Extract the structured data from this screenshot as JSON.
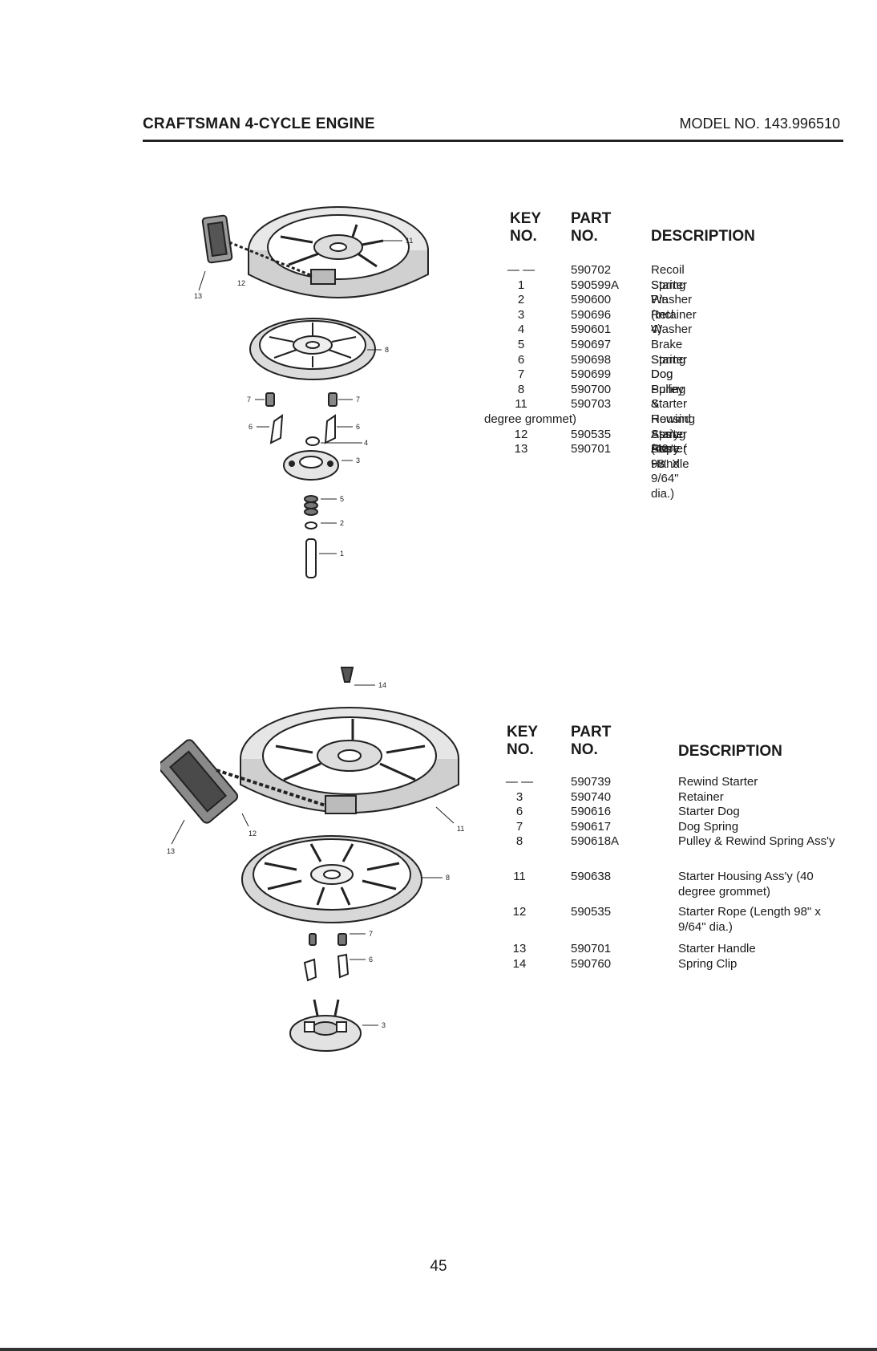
{
  "header": {
    "title": "CRAFTSMAN 4-CYCLE ENGINE",
    "model": "MODEL NO. 143.996510"
  },
  "table1": {
    "col_key_line1": "KEY",
    "col_key_line2": "NO.",
    "col_part_line1": "PART",
    "col_part_line2": "NO.",
    "col_desc": "DESCRIPTION",
    "rows": [
      {
        "key": "— —",
        "part": "590702",
        "desc": "Recoil Starter"
      },
      {
        "key": "1",
        "part": "590599A",
        "desc": "Spring Pin (Incl. 4)"
      },
      {
        "key": "2",
        "part": "590600",
        "desc": "Washer"
      },
      {
        "key": "3",
        "part": "590696",
        "desc": "Retainer"
      },
      {
        "key": "4",
        "part": "590601",
        "desc": "Washer"
      },
      {
        "key": "5",
        "part": "590697",
        "desc": "Brake Spring"
      },
      {
        "key": "6",
        "part": "590698",
        "desc": "Starter Dog"
      },
      {
        "key": "7",
        "part": "590699",
        "desc": "Dog Spring"
      },
      {
        "key": "8",
        "part": "590700",
        "desc": "Pulley & Rewind Spring Ass'y."
      },
      {
        "key": "11",
        "part": "590703",
        "desc": "Starter Housing Ass'y. (40"
      },
      {
        "key": "12",
        "part": "590535",
        "desc": "Starter Rope ( 98\" X 9/64\" dia.)"
      },
      {
        "key": "13",
        "part": "590701",
        "desc": "Starter Handle"
      }
    ],
    "wrap_text": "degree grommet)"
  },
  "table2": {
    "col_key_line1": "KEY",
    "col_key_line2": "NO.",
    "col_part_line1": "PART",
    "col_part_line2": "NO.",
    "col_desc": "DESCRIPTION",
    "rows": [
      {
        "key": "— —",
        "part": "590739",
        "desc": "Rewind Starter"
      },
      {
        "key": "3",
        "part": "590740",
        "desc": "Retainer"
      },
      {
        "key": "6",
        "part": "590616",
        "desc": "Starter Dog"
      },
      {
        "key": "7",
        "part": "590617",
        "desc": "Dog Spring"
      },
      {
        "key": "8",
        "part": "590618A",
        "desc": "Pulley & Rewind Spring Ass'y"
      },
      {
        "key": "11",
        "part": "590638",
        "desc": "Starter Housing Ass'y (40 degree grommet)"
      },
      {
        "key": "12",
        "part": "590535",
        "desc": "Starter Rope (Length 98\" x 9/64\" dia.)"
      },
      {
        "key": "13",
        "part": "590701",
        "desc": "Starter Handle"
      },
      {
        "key": "14",
        "part": "590760",
        "desc": "Spring Clip"
      }
    ]
  },
  "diagram1_callouts": [
    "11",
    "13",
    "12",
    "8",
    "7",
    "7",
    "6",
    "6",
    "4",
    "3",
    "5",
    "2",
    "1"
  ],
  "diagram2_callouts": [
    "14",
    "11",
    "12",
    "13",
    "8",
    "7",
    "6",
    "3"
  ],
  "page_number": "45"
}
